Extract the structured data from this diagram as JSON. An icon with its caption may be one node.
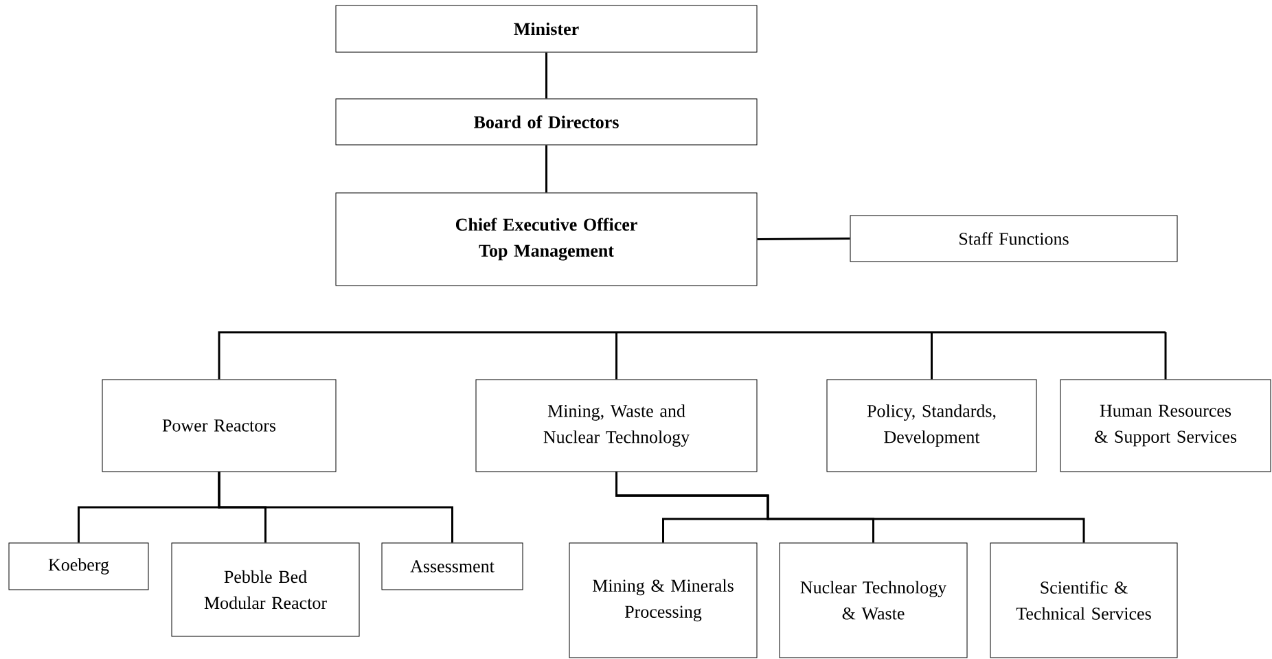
{
  "diagram": {
    "nodes": [
      {
        "text": [
          "Minister"
        ]
      },
      {
        "text": [
          "Board of Directors"
        ]
      },
      {
        "text": [
          "Chief Executive Officer",
          "Top Management"
        ]
      },
      {
        "text": [
          "Staff Functions"
        ]
      },
      {
        "text": [
          "Power Reactors"
        ]
      },
      {
        "text": [
          "Mining, Waste and Nuclear Technology"
        ]
      },
      {
        "text": [
          "Policy, Standards, Development"
        ]
      },
      {
        "text": [
          "Human Resources & Support Services"
        ]
      },
      {
        "text": [
          "Koeberg"
        ]
      },
      {
        "text": [
          "Pebble Bed Modular Reactor"
        ]
      },
      {
        "text": [
          "Assessment"
        ]
      },
      {
        "text": [
          "Mining & Minerals Processing"
        ]
      },
      {
        "text": [
          "Nuclear Technology & Waste"
        ]
      },
      {
        "text": [
          "Scientific & Technical Services"
        ]
      }
    ],
    "edges": [
      {
        "from": 0,
        "to": 1,
        "arrow": "none"
      },
      {
        "from": 1,
        "to": 2,
        "arrow": "none"
      },
      {
        "from": 2,
        "to": 3,
        "arrow": "none"
      },
      {
        "from": null,
        "to": 4,
        "arrow": "none"
      },
      {
        "from": null,
        "to": 5,
        "arrow": "none"
      },
      {
        "from": null,
        "to": 6,
        "arrow": "none"
      },
      {
        "from": null,
        "to": 7,
        "arrow": "none"
      },
      {
        "from": 4,
        "to": 8,
        "arrow": "none"
      },
      {
        "from": 4,
        "to": 9,
        "arrow": "none"
      },
      {
        "from": 4,
        "to": 10,
        "arrow": "none"
      },
      {
        "from": 5,
        "to": 11,
        "arrow": "none"
      },
      {
        "from": 5,
        "to": 12,
        "arrow": "none"
      },
      {
        "from": 5,
        "to": 13,
        "arrow": "none"
      }
    ]
  }
}
